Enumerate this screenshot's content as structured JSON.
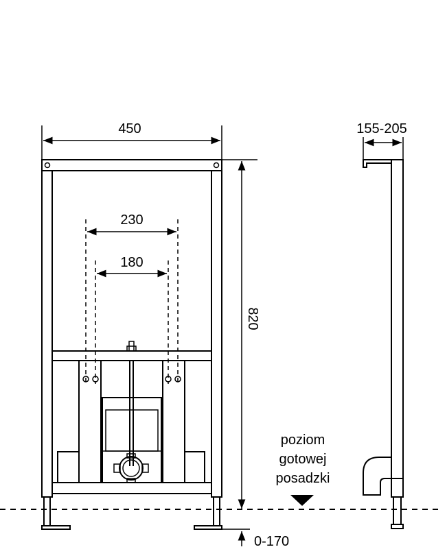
{
  "front_view": {
    "width_label": "450",
    "outer_spacing_label": "230",
    "inner_spacing_label": "180",
    "height_label": "820",
    "leg_adjust_label": "0-170"
  },
  "side_view": {
    "depth_label": "155-205"
  },
  "floor_marker": {
    "line1": "poziom",
    "line2": "gotowej",
    "line3": "posadzki"
  }
}
